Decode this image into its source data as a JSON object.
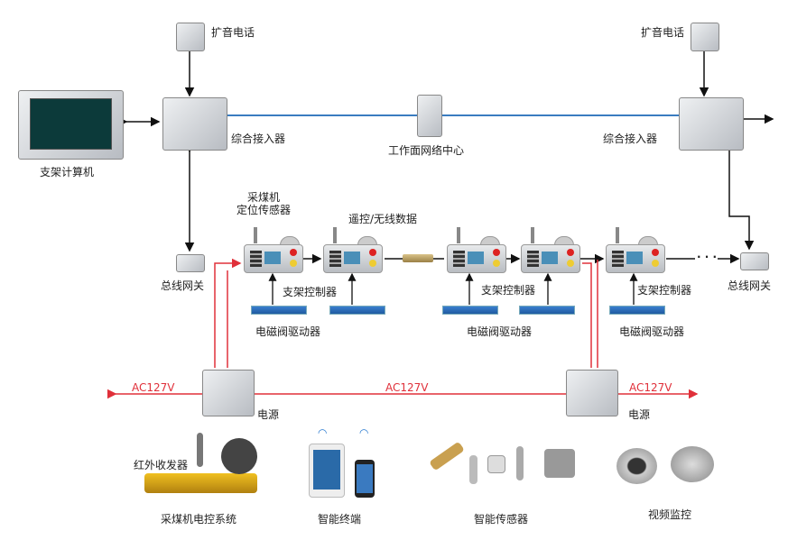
{
  "labels": {
    "phone_left": "扩音电话",
    "phone_right": "扩音电话",
    "support_computer": "支架计算机",
    "access_left": "综合接入器",
    "access_right": "综合接入器",
    "network_center": "工作面网络中心",
    "gateway_left": "总线网关",
    "gateway_right": "总线网关",
    "shearer_sensor_line1": "采煤机",
    "shearer_sensor_line2": "定位传感器",
    "remote_wireless": "遥控/无线数据",
    "controller_1": "支架控制器",
    "controller_2": "支架控制器",
    "controller_3": "支架控制器",
    "driver_1": "电磁阀驱动器",
    "driver_2": "电磁阀驱动器",
    "driver_3": "电磁阀驱动器",
    "ac_1": "AC127V",
    "ac_2": "AC127V",
    "ac_3": "AC127V",
    "power_left": "电源",
    "power_right": "电源",
    "ir_transceiver": "红外收发器",
    "shearer_control": "采煤机电控系统",
    "smart_terminal": "智能终端",
    "smart_sensor": "智能传感器",
    "video": "视频监控",
    "ellipsis": "· · ·"
  },
  "colors": {
    "network": "#3a7cc0",
    "power": "#e0303a",
    "signal": "#111111",
    "driver": "#2a6cc0"
  }
}
